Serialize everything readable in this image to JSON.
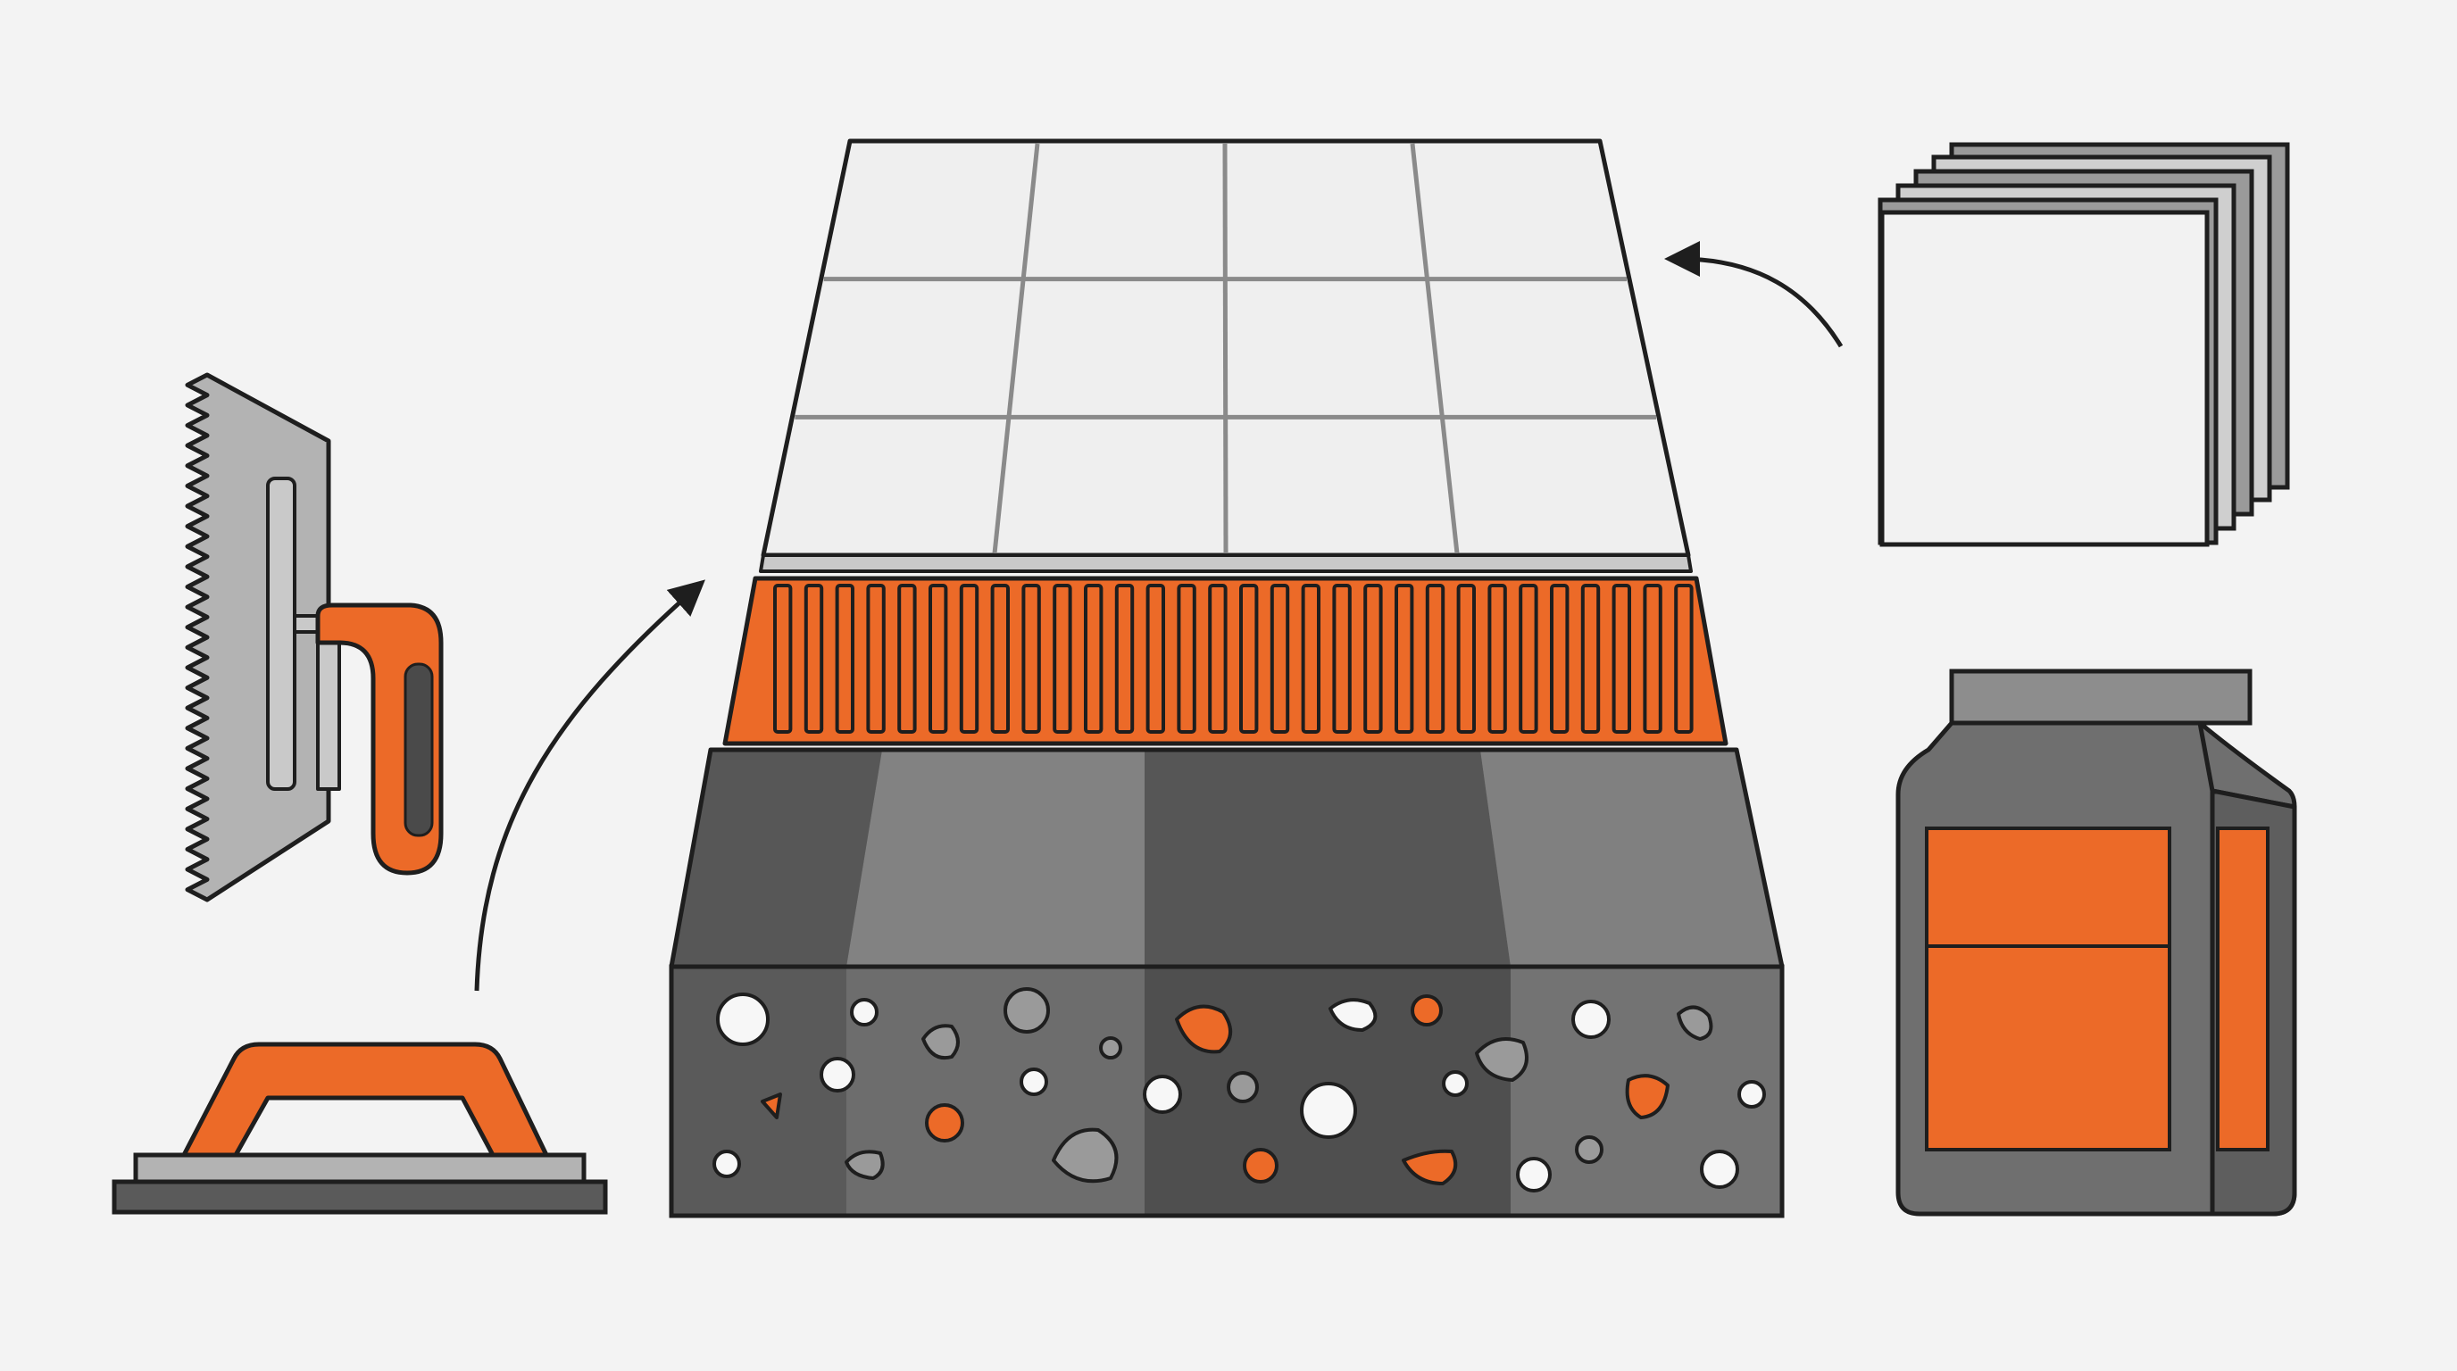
{
  "colors": {
    "background": "#f3f3f3",
    "outline": "#1e1e1e",
    "tile": "#efefef",
    "tile_grout": "#8a8a8a",
    "tile_edge": "#c9c9c9",
    "adhesive": "#ec6a28",
    "screed_dark": "#5b5b5b",
    "screed_light": "#7e7e7e",
    "concrete_dark": "#4f4f4f",
    "concrete_light": "#757575",
    "aggregate_white": "#f7f7f7",
    "aggregate_gray": "#9a9a9a",
    "tool_steel": "#b3b3b3",
    "handle_grip": "#4a4a4a",
    "bag_body": "#6f6f6f",
    "bag_top": "#8d8d8d"
  },
  "diagram": {
    "components": [
      {
        "id": "ceramic-tiles",
        "icon": "tile-stack-icon"
      },
      {
        "id": "notched-adhesive-layer",
        "icon": "ribbed-adhesive-icon"
      },
      {
        "id": "screed-layer",
        "icon": "screed-icon"
      },
      {
        "id": "concrete-slab",
        "icon": "concrete-aggregate-icon"
      },
      {
        "id": "notched-trowel",
        "icon": "notched-trowel-icon"
      },
      {
        "id": "grout-float",
        "icon": "float-icon"
      },
      {
        "id": "adhesive-bag",
        "icon": "mortar-bag-icon"
      }
    ],
    "tile_grid": {
      "rows": 3,
      "columns": 4
    },
    "adhesive_ridges": 30,
    "arrows": [
      {
        "from": "notched-trowel",
        "to": "notched-adhesive-layer"
      },
      {
        "from": "ceramic-tiles",
        "to": "tile-surface"
      }
    ]
  }
}
